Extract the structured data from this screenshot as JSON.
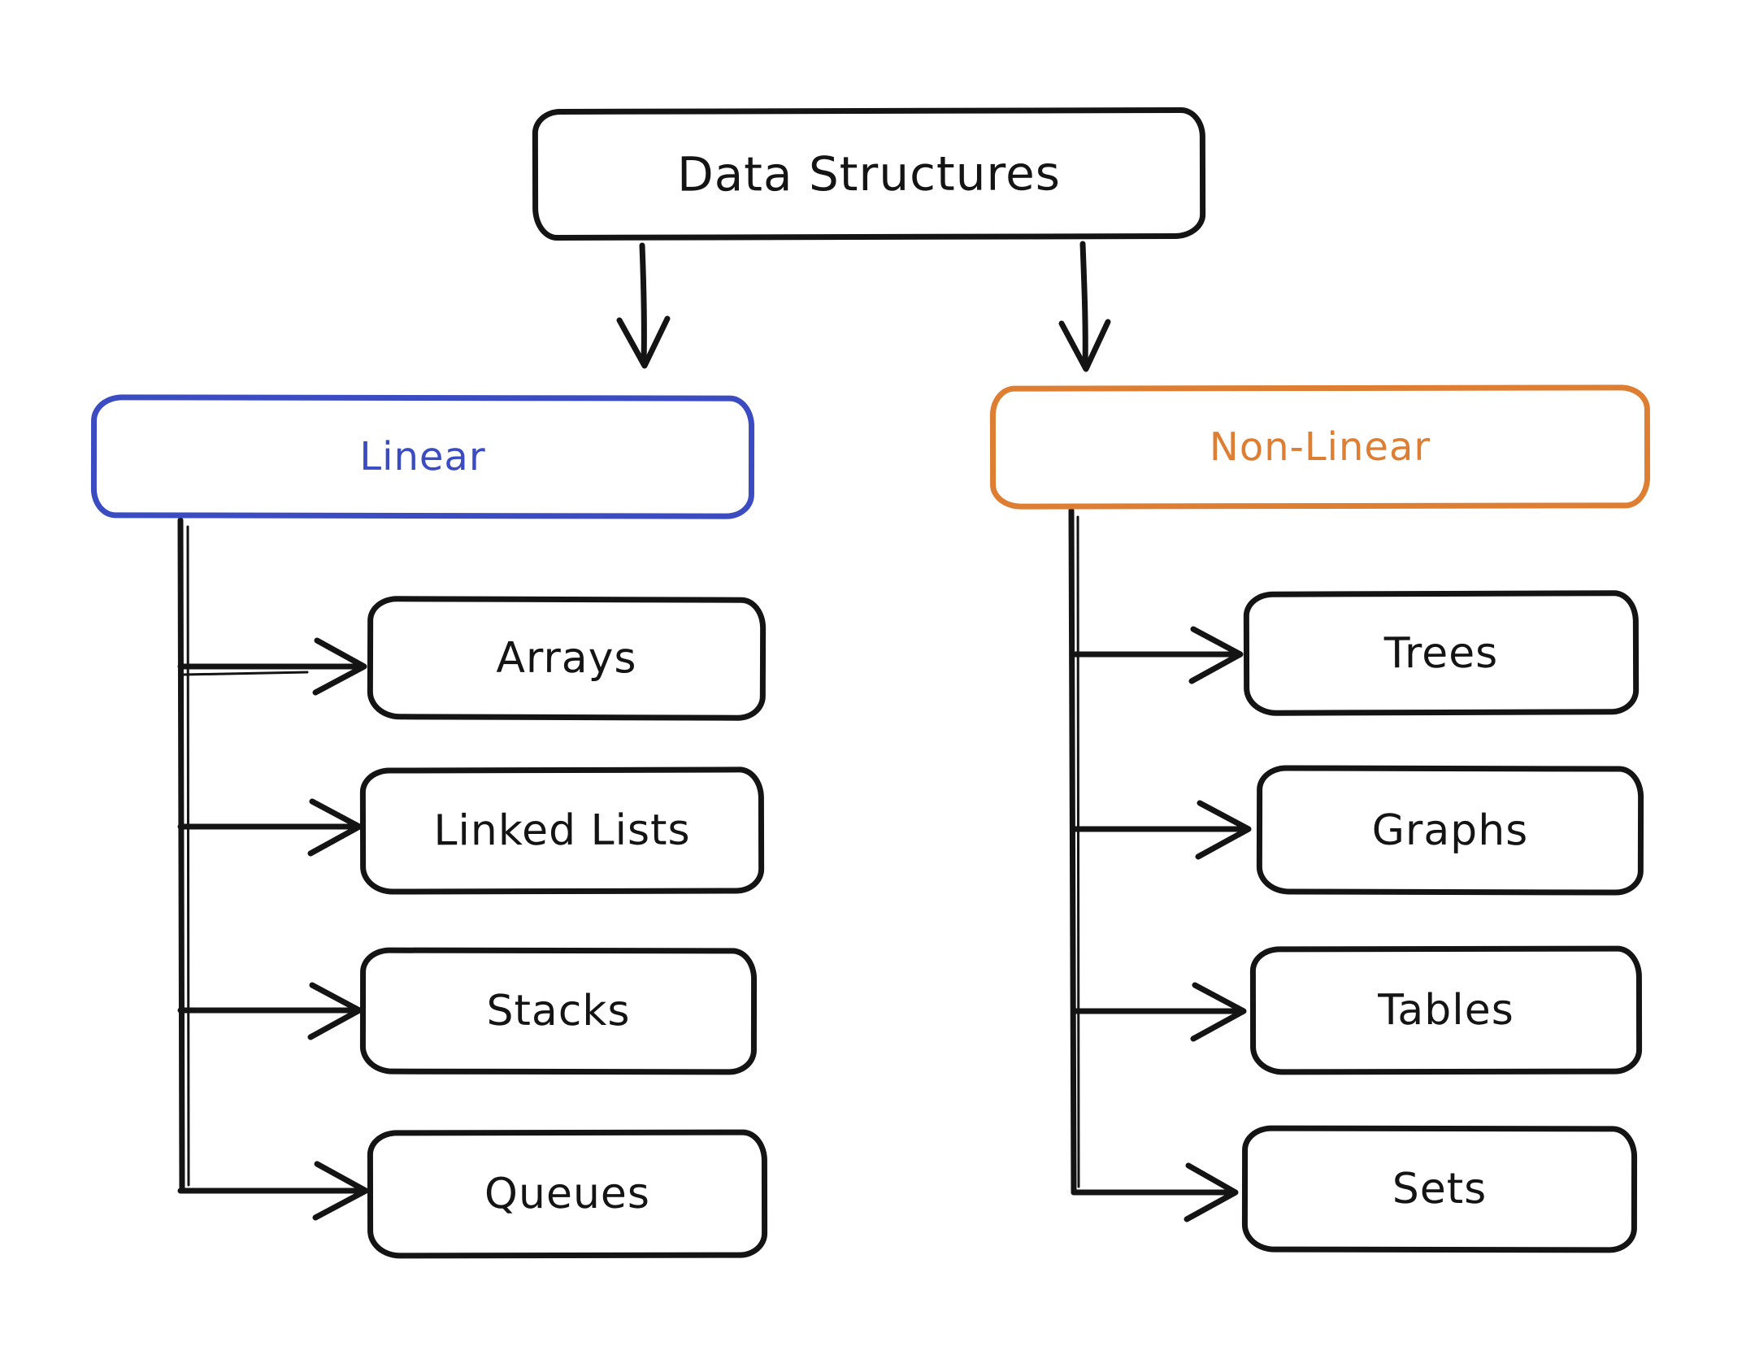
{
  "diagram": {
    "title": "Data Structures",
    "stroke_color": "#141414",
    "background_color": "#ffffff",
    "root": {
      "label": "Data Structures"
    },
    "branches": [
      {
        "label": "Linear",
        "accent": "#3b4bc1",
        "children": [
          {
            "label": "Arrays"
          },
          {
            "label": "Linked Lists"
          },
          {
            "label": "Stacks"
          },
          {
            "label": "Queues"
          }
        ]
      },
      {
        "label": "Non-Linear",
        "accent": "#dd7e33",
        "children": [
          {
            "label": "Trees"
          },
          {
            "label": "Graphs"
          },
          {
            "label": "Tables"
          },
          {
            "label": "Sets"
          }
        ]
      }
    ]
  }
}
